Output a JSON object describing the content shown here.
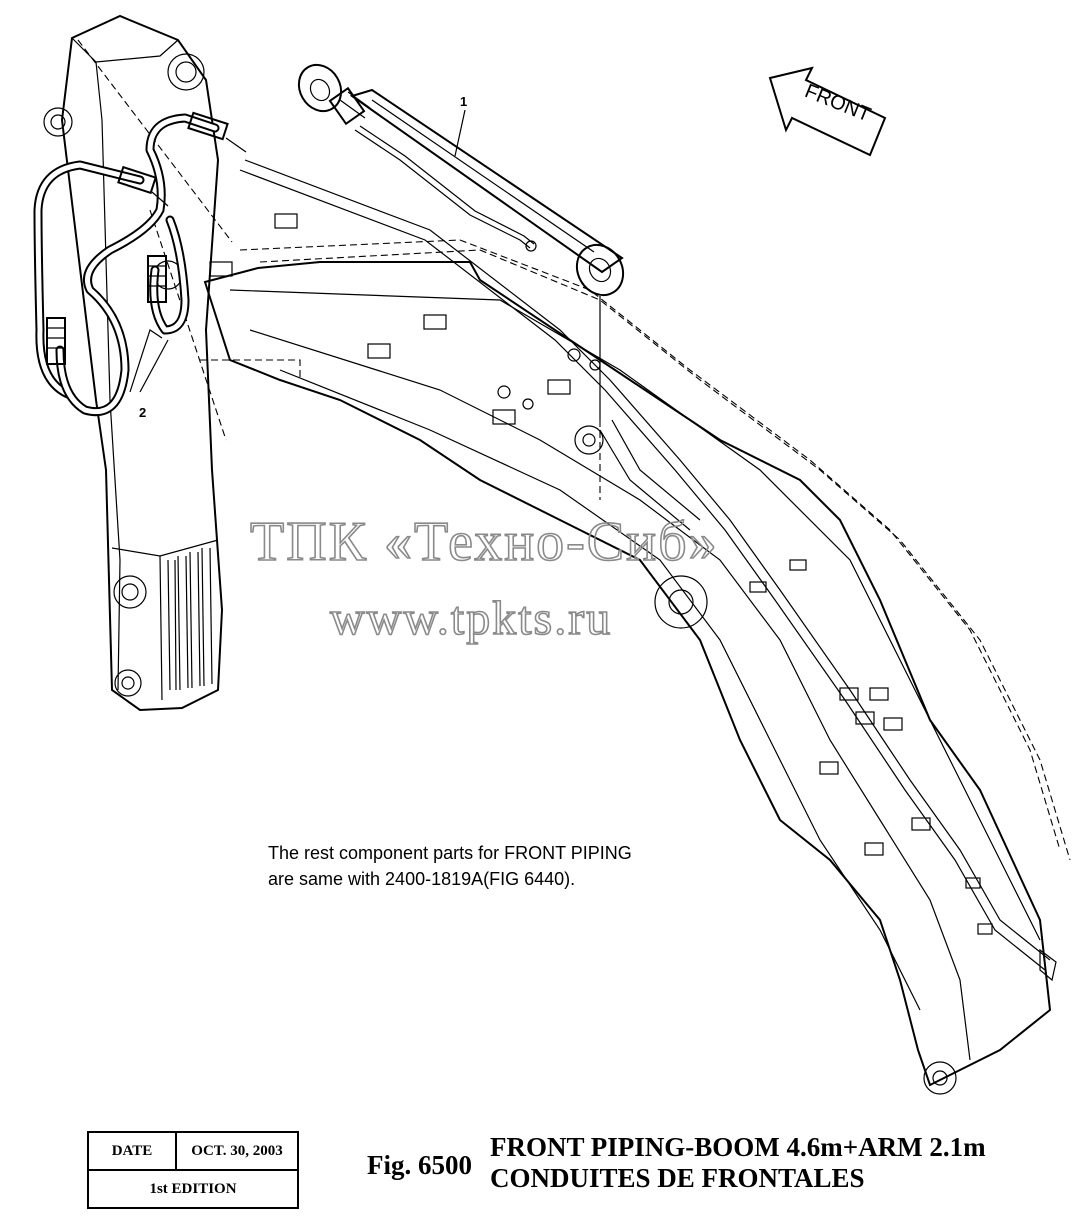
{
  "front_arrow": {
    "label": "FRONT"
  },
  "callouts": {
    "part_1": "1",
    "part_2": "2"
  },
  "watermark": {
    "line1": "ТПК «Техно-Сиб»",
    "line2": "www.tpkts.ru"
  },
  "note": {
    "line1": "The rest component parts for FRONT PIPING",
    "line2": "are same with 2400-1819A(FIG 6440)."
  },
  "stamp": {
    "date_label": "DATE",
    "date_value": "OCT. 30, 2003",
    "edition": "1st EDITION"
  },
  "figure": {
    "number": "Fig. 6500",
    "title_line1": "FRONT PIPING-BOOM 4.6m+ARM 2.1m",
    "title_line2": "CONDUITES DE FRONTALES"
  }
}
